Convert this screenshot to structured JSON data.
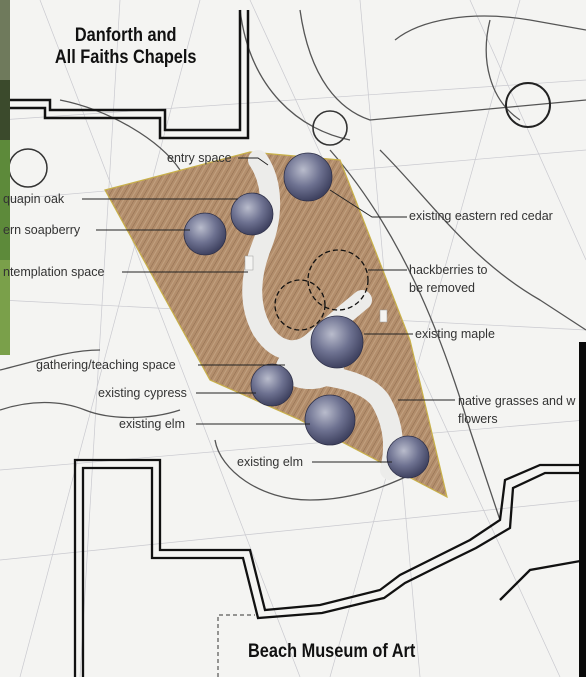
{
  "buildings": {
    "north": {
      "line1": "Danforth and",
      "line2": "All Faiths Chapels"
    },
    "south": {
      "name": "Beach Museum of Art"
    }
  },
  "labels": {
    "entry_space": "entry space",
    "chinquapin_oak": "quapin oak",
    "western_soapberry": "ern soapberry",
    "contemplation_space": "ntemplation space",
    "gathering_space": "gathering/teaching space",
    "existing_cypress": "existing cypress",
    "existing_elm_left": "existing elm",
    "existing_elm_bottom": "existing elm",
    "eastern_red_cedar": "existing eastern red cedar",
    "hackberries_line1": "hackberries to",
    "hackberries_line2": "be removed",
    "existing_maple": "existing maple",
    "native_grasses_line1": "native grasses and w",
    "native_grasses_line2": "flowers"
  },
  "colors": {
    "meadow": "#b59070",
    "path": "#ececea",
    "tree": "#6d7090",
    "linework": "#111111",
    "faint_lines": "#c9c9cf"
  }
}
